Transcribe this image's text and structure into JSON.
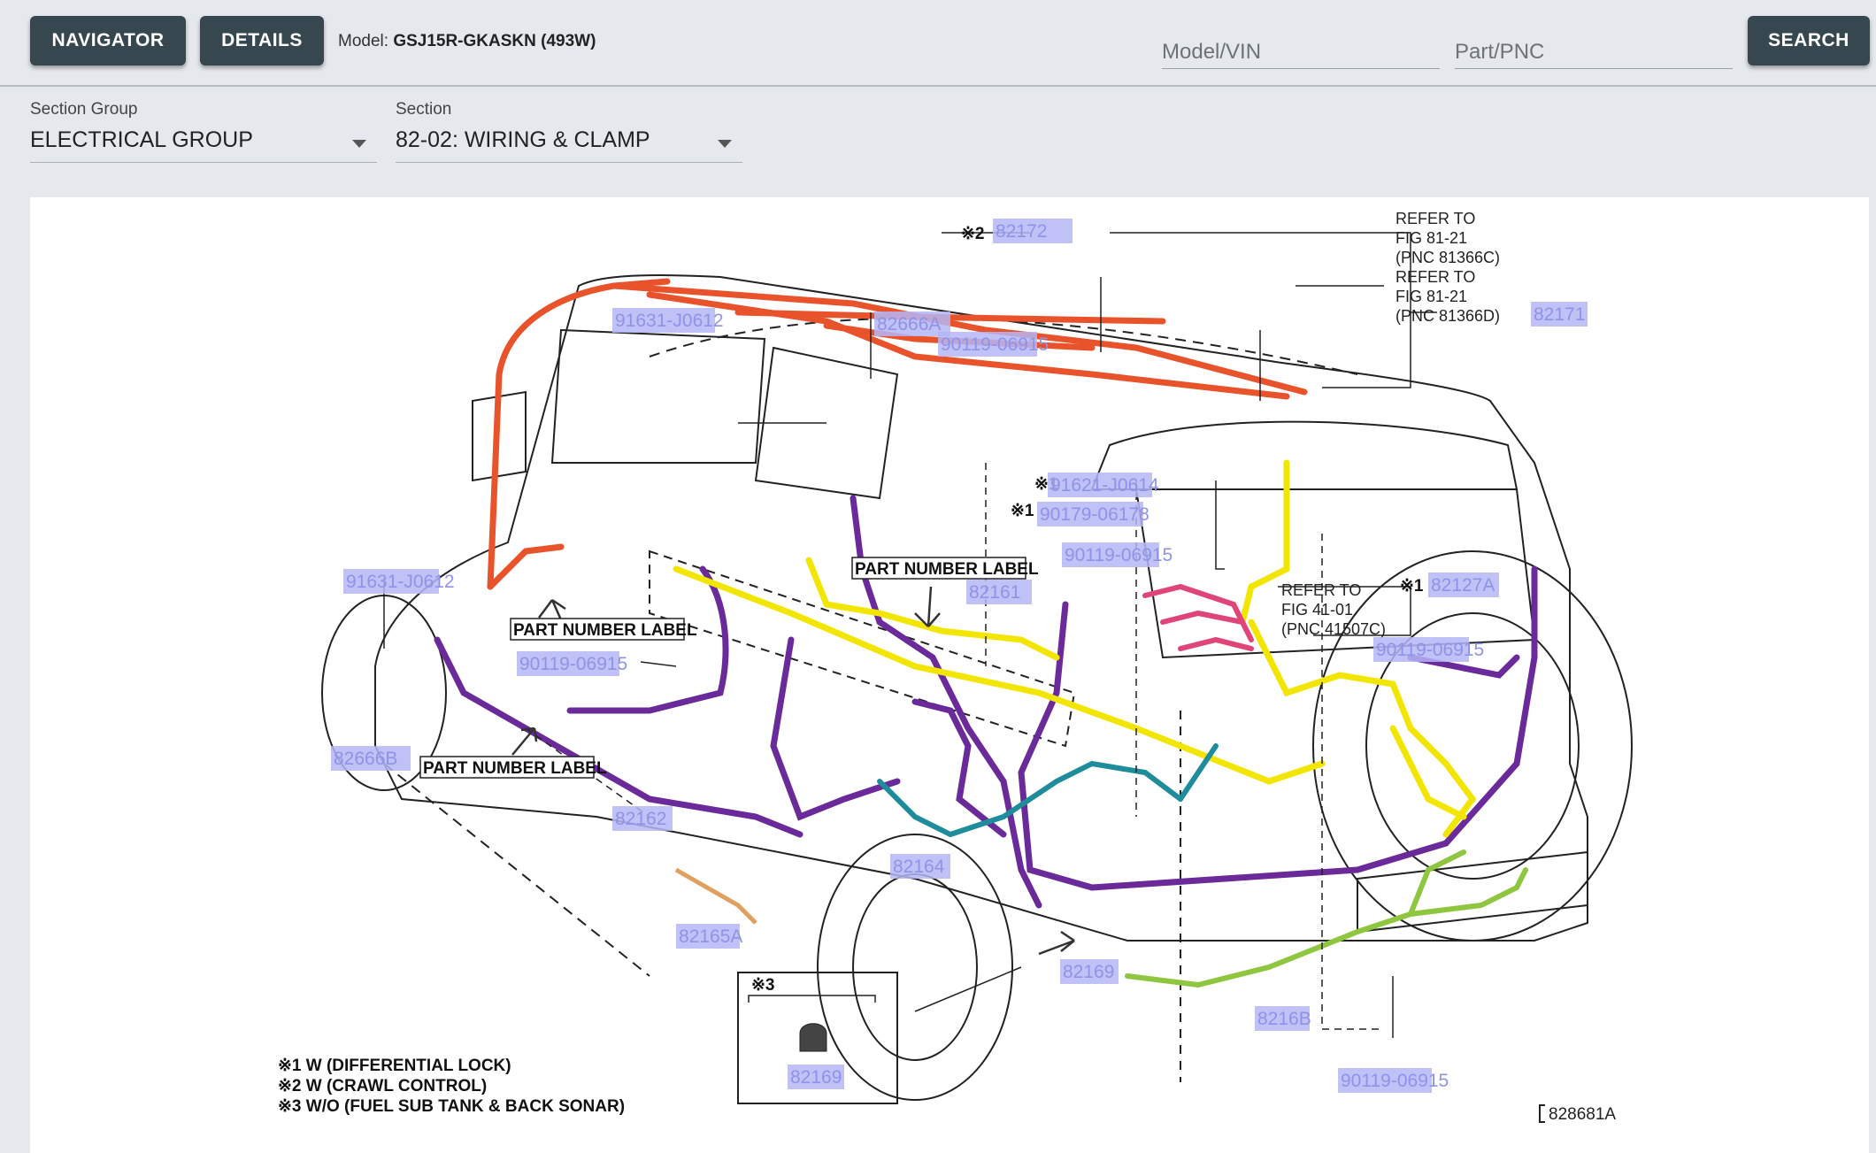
{
  "header": {
    "navigator_label": "NAVIGATOR",
    "details_label": "DETAILS",
    "model_prefix": "Model:",
    "model_value": "GSJ15R-GKASKN (493W)",
    "search_label": "SEARCH",
    "model_vin_placeholder": "Model/VIN",
    "part_pnc_placeholder": "Part/PNC"
  },
  "filters": {
    "section_group_label": "Section Group",
    "section_group_value": "ELECTRICAL GROUP",
    "section_label": "Section",
    "section_value": "82-02: WIRING & CLAMP"
  },
  "diagram": {
    "refer_1": [
      "REFER TO",
      "FIG 81-21",
      "(PNC 81366C)"
    ],
    "refer_2": [
      "REFER TO",
      "FIG 81-21",
      "(PNC 81366D)"
    ],
    "refer_3": [
      "REFER TO",
      "FIG 41-01",
      "(PNC 41507C)"
    ],
    "part_number_label": "PART NUMBER LABEL",
    "pnc": [
      "82172",
      "82171",
      "91631-J0612",
      "82666A",
      "90119-06915",
      "91621-J0614",
      "90179-06178",
      "90119-06915",
      "82161",
      "82127A",
      "91631-J0612",
      "90119-06915",
      "90119-06915",
      "82666B",
      "82162",
      "82164",
      "82165A",
      "82169",
      "82169",
      "8216B",
      "90119-06915"
    ],
    "marks": [
      "※2",
      "※1",
      "※1",
      "※1",
      "※3"
    ],
    "notes": [
      "※1  W (DIFFERENTIAL LOCK)",
      "※2  W (CRAWL CONTROL)",
      "※3  W/O (FUEL SUB TANK & BACK SONAR)"
    ],
    "figure_id": "828681A",
    "colors": {
      "roof": "#e8532b",
      "purple": "#6a2a9a",
      "yellow": "#f2e600",
      "teal": "#1e8c9a",
      "green": "#8ec63f",
      "pink": "#e0457a",
      "highlight": "#b4b6f6"
    }
  }
}
